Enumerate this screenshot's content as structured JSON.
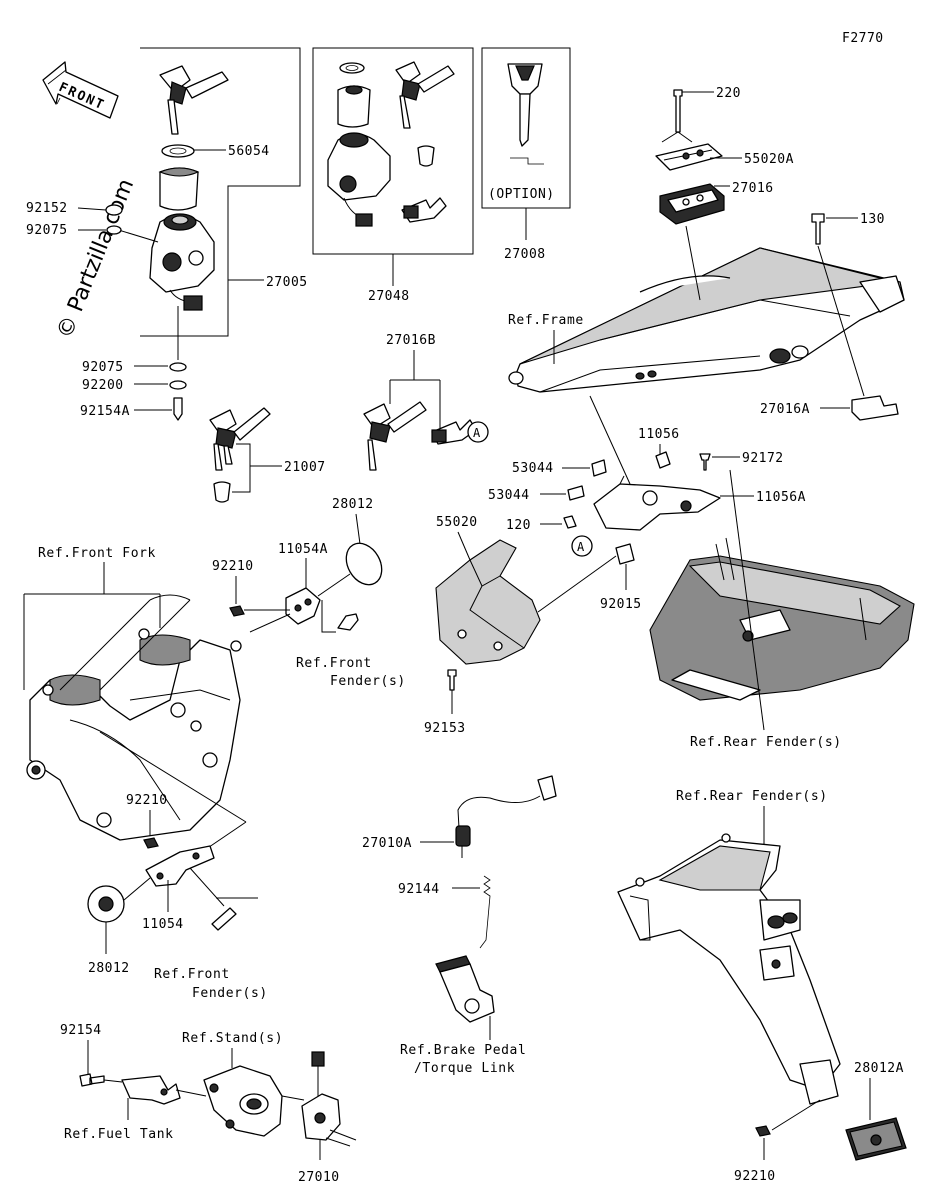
{
  "figure_code": "F2770",
  "front_arrow": "FRONT",
  "watermark": "© Partzilla.com",
  "option_note": "(OPTION)",
  "callout_a": "A",
  "parts": {
    "p56054": "56054",
    "p92152": "92152",
    "p92075a": "92075",
    "p27005": "27005",
    "p92075b": "92075",
    "p92200": "92200",
    "p92154a": "92154A",
    "p21007": "21007",
    "p27048": "27048",
    "p27008": "27008",
    "p27016b": "27016B",
    "p220": "220",
    "p55020a": "55020A",
    "p27016": "27016",
    "p130": "130",
    "p27016a": "27016A",
    "p11056": "11056",
    "p92172": "92172",
    "p53044a": "53044",
    "p53044b": "53044",
    "p11056a": "11056A",
    "p120": "120",
    "p55020": "55020",
    "p92015": "92015",
    "p92153": "92153",
    "p28012a": "28012",
    "p11054a": "11054A",
    "p92210a": "92210",
    "p92210b": "92210",
    "p11054": "11054",
    "p28012b": "28012",
    "p27010a": "27010A",
    "p92144": "92144",
    "p92154": "92154",
    "p27010": "27010",
    "p28012a2": "28012A",
    "p92210c": "92210"
  },
  "refs": {
    "frame": "Ref.Frame",
    "front_fork": "Ref.Front Fork",
    "front_fender_1a": "Ref.Front",
    "front_fender_1b": "Fender(s)",
    "front_fender_2a": "Ref.Front",
    "front_fender_2b": "Fender(s)",
    "rear_fender_1": "Ref.Rear Fender(s)",
    "rear_fender_2": "Ref.Rear Fender(s)",
    "brake_pedal_a": "Ref.Brake Pedal",
    "brake_pedal_b": "/Torque Link",
    "stands": "Ref.Stand(s)",
    "fuel_tank": "Ref.Fuel Tank"
  }
}
